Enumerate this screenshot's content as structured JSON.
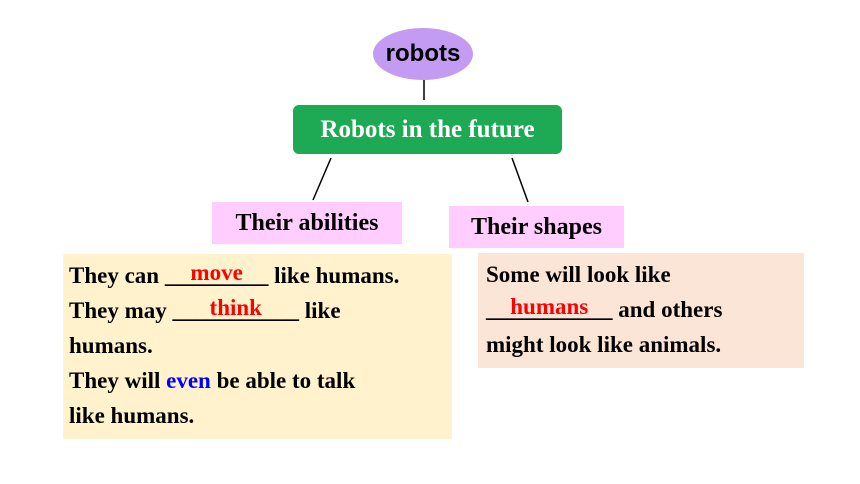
{
  "colors": {
    "robots_node_fill": "#c39bf2",
    "main_node_fill": "#1ea955",
    "label_fill": "#ffcdfe",
    "abilities_fill": "#fff2cc",
    "shapes_fill": "#fbe5d6",
    "answer": "#ff0000",
    "emphasis": "#0000ff"
  },
  "nodes": {
    "root": "robots",
    "main": "Robots in the future",
    "abilities_title": "Their abilities",
    "shapes_title": "Their shapes"
  },
  "abilities": {
    "l1_pre": "They can ",
    "l1_blank": "_________",
    "l1_answer": "move",
    "l1_post": " like humans.",
    "l2_pre": "They may ",
    "l2_blank": "___________",
    "l2_answer": "think",
    "l2_post": " like",
    "l3": "humans.",
    "l4_pre": "They will ",
    "l4_emph": "even",
    "l4_post": " be able to talk",
    "l5": "like humans."
  },
  "shapes": {
    "l1": "Some will look like",
    "l2_blank": "___________",
    "l2_answer": "humans",
    "l2_post": " and others",
    "l3": "might look like animals."
  }
}
